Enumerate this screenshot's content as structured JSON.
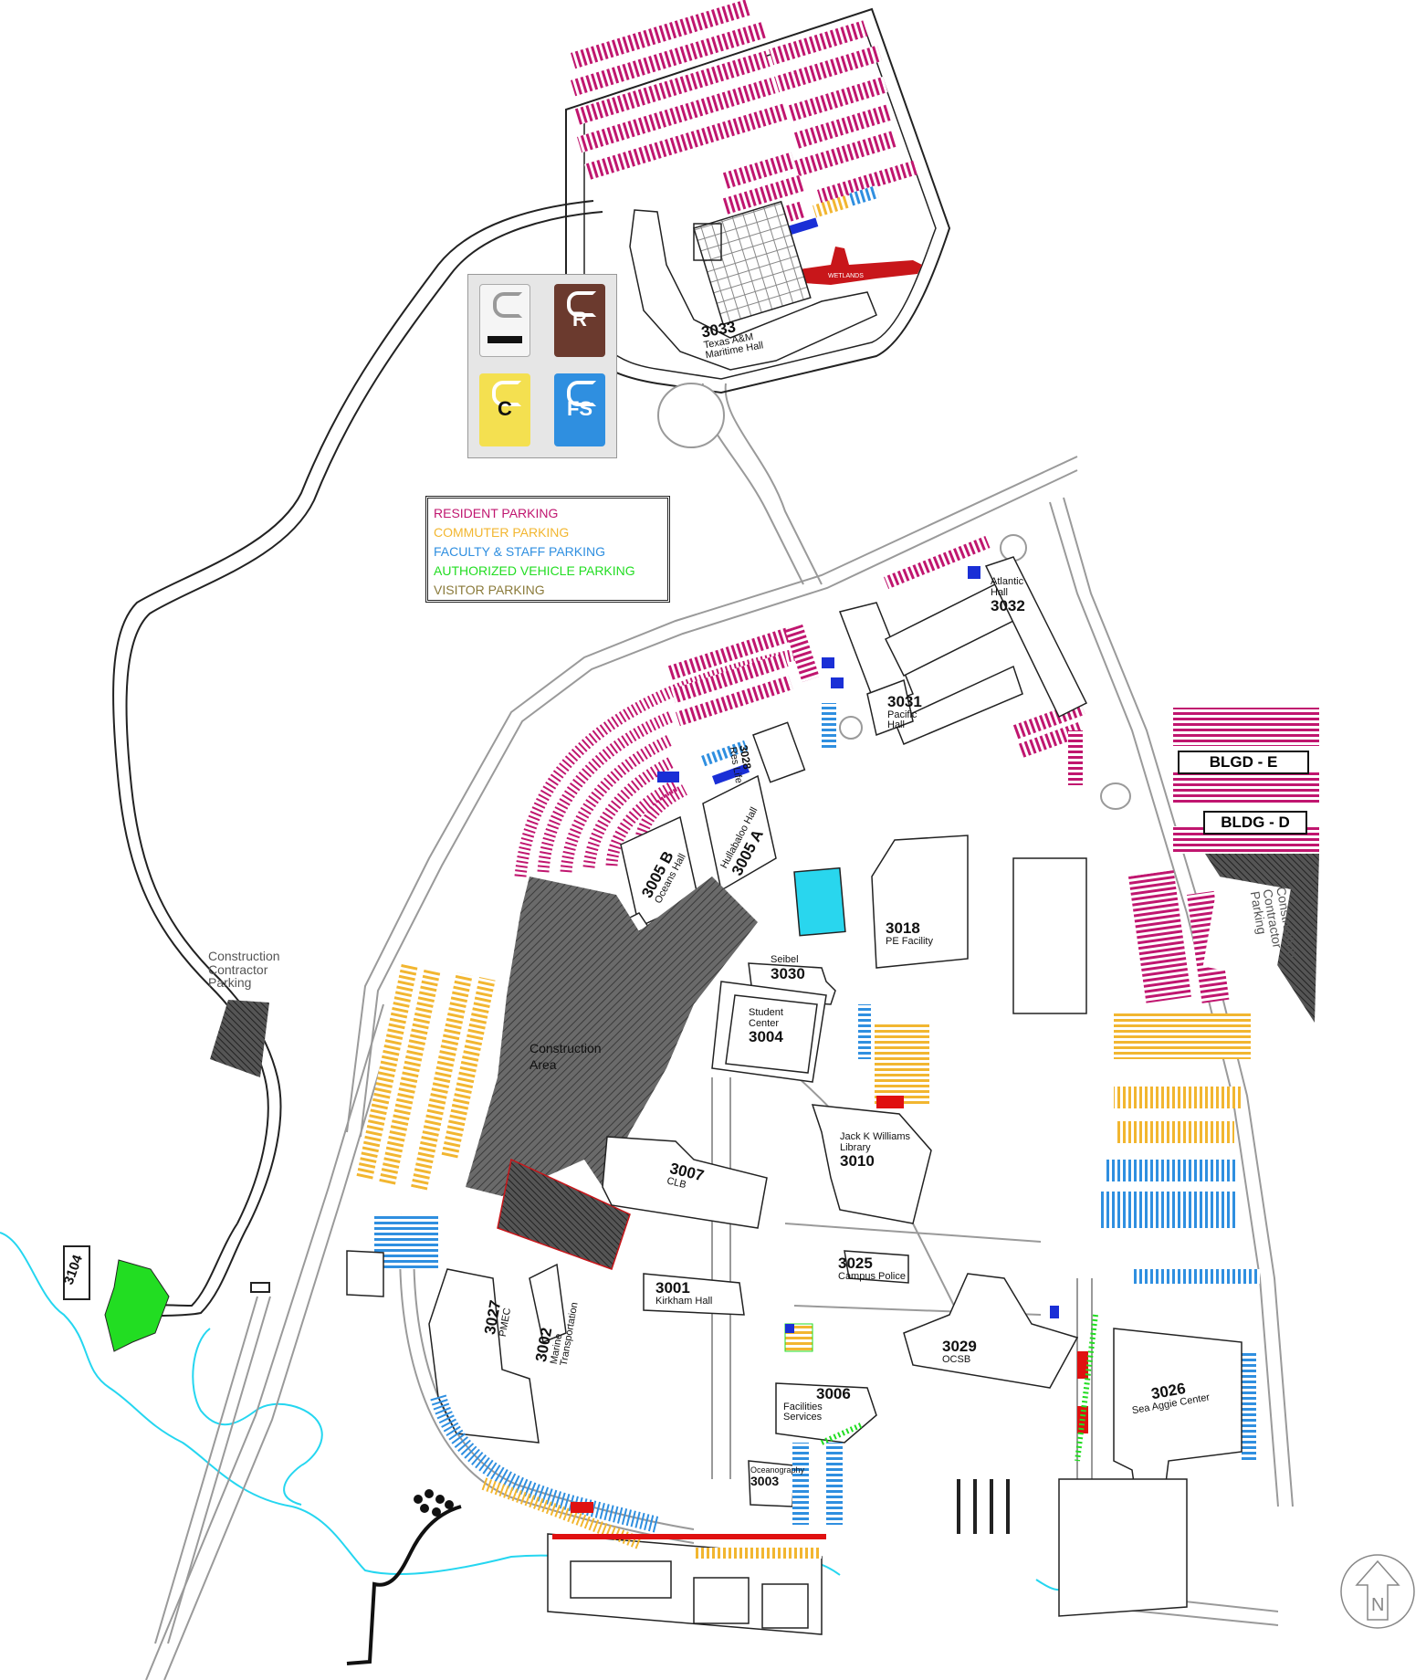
{
  "legend": {
    "items": [
      {
        "label": "RESIDENT PARKING",
        "color": "#c0166f"
      },
      {
        "label": "COMMUTER PARKING",
        "color": "#f2b630"
      },
      {
        "label": "FACULTY & STAFF PARKING",
        "color": "#2f8fe0"
      },
      {
        "label": "AUTHORIZED VEHICLE PARKING",
        "color": "#22dd22"
      },
      {
        "label": "VISITOR PARKING",
        "color": "#8a7a3a"
      }
    ]
  },
  "permits": {
    "icon": "parking-permit-hangtags",
    "resident_letter": "R",
    "commuter_letter": "C",
    "faculty_letter": "FS"
  },
  "buildings": [
    {
      "number": "3033",
      "name": "Texas A&M\nMaritime Hall"
    },
    {
      "number": "3032",
      "name": "Atlantic\nHall"
    },
    {
      "number": "3031",
      "name": "Pacific\nHall"
    },
    {
      "number": "3028",
      "name": "Res Life"
    },
    {
      "number": "3005 B",
      "name": "Oceans Hall"
    },
    {
      "number": "3005 A",
      "name": "Hullabaloo Hall"
    },
    {
      "number": "3018",
      "name": "PE Facility"
    },
    {
      "number": "3030",
      "name": "Seibel"
    },
    {
      "number": "3004",
      "name": "Student\nCenter"
    },
    {
      "number": "3010",
      "name": "Jack K Williams\nLibrary"
    },
    {
      "number": "3007",
      "name": "CLB"
    },
    {
      "number": "3025",
      "name": "Campus Police"
    },
    {
      "number": "3001",
      "name": "Kirkham Hall"
    },
    {
      "number": "3027",
      "name": "PMEC"
    },
    {
      "number": "3002",
      "name": "Marine\nTransportation"
    },
    {
      "number": "3029",
      "name": "OCSB"
    },
    {
      "number": "3006",
      "name": "Facilities\nServices"
    },
    {
      "number": "3003",
      "name": "Oceanography"
    },
    {
      "number": "3026",
      "name": "Sea Aggie Center"
    }
  ],
  "tags": {
    "bldg_e": "BLGD - E",
    "bldg_d": "BLDG - D",
    "site_3104": "3104",
    "wetland": "WETLANDS"
  },
  "areas": {
    "construction_area": "Construction\nArea",
    "contractor_west": "Construction\nContractor\nParking",
    "contractor_east": "Construction\nContractor\nParking"
  },
  "colors": {
    "resident": "#c0166f",
    "commuter": "#f2b630",
    "faculty": "#2f8fe0",
    "authorized": "#22dd22",
    "visitor": "#8a7a3a",
    "water": "#25d6f0",
    "road": "#9a9a9a",
    "construction": "#5a5a5a",
    "wetland_red": "#c8161a",
    "green_area": "#22dd22",
    "handicap": "#1a2fd6",
    "no_parking_red": "#e01010"
  },
  "compass": {
    "icon": "north-arrow-icon",
    "label": "N"
  }
}
